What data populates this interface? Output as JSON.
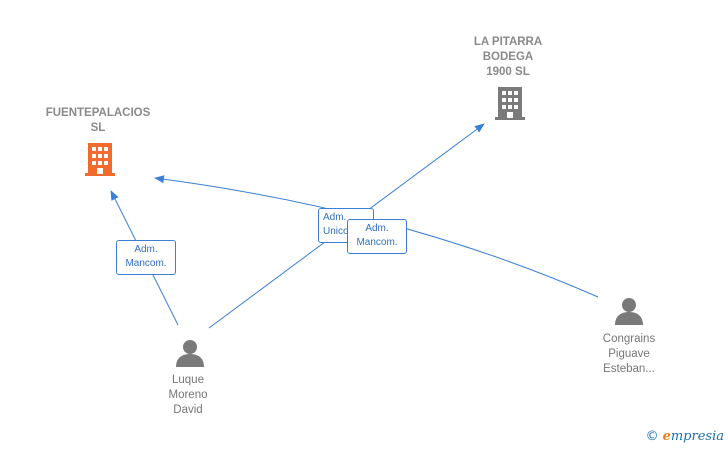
{
  "nodes": {
    "fuentepalacios": {
      "label": "FUENTEPALACIOS\nSL",
      "icon": "building-icon",
      "color": "#f26a2e"
    },
    "la_pitarra": {
      "label": "LA PITARRA\nBODEGA\n1900 SL",
      "icon": "building-icon",
      "color": "#7a7a7a"
    },
    "luque": {
      "label": "Luque\nMoreno\nDavid",
      "icon": "person-icon",
      "color": "#7a7a7a"
    },
    "congrains": {
      "label": "Congrains\nPiguave\nEsteban...",
      "icon": "person-icon",
      "color": "#7a7a7a"
    }
  },
  "edges": {
    "luque_fuentepalacios": "Adm.\nMancom.",
    "luque_pitarra": "Adm.\nUnico",
    "congrains_fuentepalacios": "Adm.\nMancom."
  },
  "colors": {
    "edge": "#3b7fd4",
    "accent": "#f26a2e"
  },
  "brand": {
    "copyright": "©",
    "initial": "e",
    "name": "mpresia"
  }
}
